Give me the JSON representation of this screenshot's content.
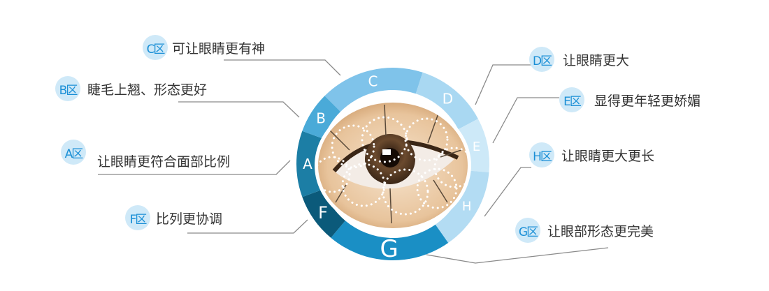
{
  "zones": [
    {
      "zone": "C区",
      "text": "可让眼睛更有神"
    },
    {
      "zone": "B区",
      "text": "睫毛上翘、形态更好"
    },
    {
      "zone": "A区",
      "text": "让眼睛更符合面部比例"
    },
    {
      "zone": "F区",
      "text": "比列更协调"
    },
    {
      "zone": "D区",
      "text": "让眼睛更大"
    },
    {
      "zone": "E区",
      "text": "显得更年轻更娇媚"
    },
    {
      "zone": "H区",
      "text": "让眼睛更大更长"
    },
    {
      "zone": "G区",
      "text": "让眼部形态更完美"
    }
  ],
  "ring": [
    {
      "letter": "C",
      "color": "#7fc3ea"
    },
    {
      "letter": "D",
      "color": "#a9d8f2"
    },
    {
      "letter": "E",
      "color": "#cde9f8"
    },
    {
      "letter": "H",
      "color": "#b3dcf3"
    },
    {
      "letter": "G",
      "color": "#1a8fc5"
    },
    {
      "letter": "F",
      "color": "#0b5a7a"
    },
    {
      "letter": "A",
      "color": "#1c7ea5"
    },
    {
      "letter": "B",
      "color": "#4aaad8"
    }
  ]
}
